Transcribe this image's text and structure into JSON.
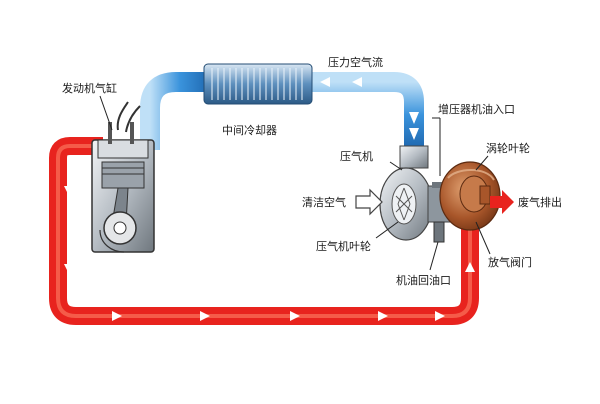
{
  "labels": {
    "engine_cylinder": "发动机气缸",
    "pressurized_air_flow": "压力空气流",
    "turbo_oil_inlet": "增压器机油入口",
    "intercooler": "中间冷却器",
    "compressor": "压气机",
    "turbine_wheel": "涡轮叶轮",
    "clean_air": "清洁空气",
    "exhaust_out": "废气排出",
    "compressor_wheel": "压气机叶轮",
    "wastegate": "放气阀门",
    "oil_return": "机油回油口"
  },
  "colors": {
    "exhaust": "#e8231e",
    "intake": "#2f8ad8",
    "turbine_housing": "#a8562a",
    "compressor_housing": "#b9bec4"
  }
}
